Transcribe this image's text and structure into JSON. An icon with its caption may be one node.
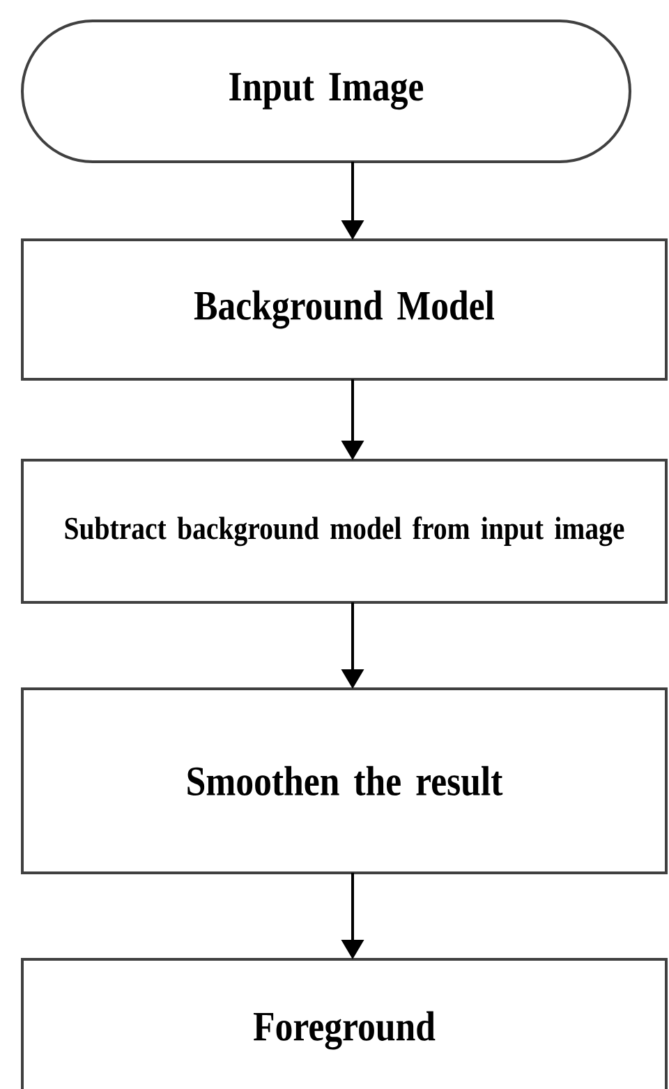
{
  "diagram": {
    "nodes": [
      {
        "text": [
          "Input Image"
        ]
      },
      {
        "text": [
          "Background Model"
        ]
      },
      {
        "text": [
          "Subtract background model from input image"
        ]
      },
      {
        "text": [
          "Smoothen the result"
        ]
      },
      {
        "text": [
          "Foreground"
        ]
      }
    ],
    "edges": [
      {
        "from": 0,
        "to": 1,
        "arrow": "to"
      },
      {
        "from": 1,
        "to": 2,
        "arrow": "to"
      },
      {
        "from": 2,
        "to": 3,
        "arrow": "to"
      },
      {
        "from": 3,
        "to": 4,
        "arrow": "to"
      }
    ]
  }
}
